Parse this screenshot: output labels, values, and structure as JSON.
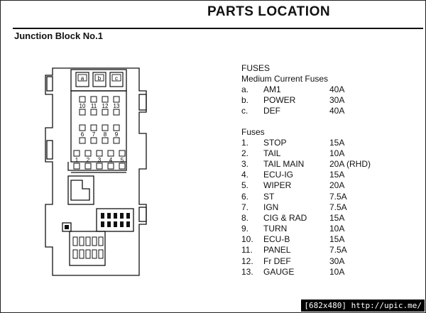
{
  "header": {
    "title": "PARTS LOCATION",
    "section": "Junction Block No.1"
  },
  "diagram": {
    "relay_labels": [
      "a",
      "b",
      "c"
    ],
    "fuse_rows": [
      [
        "10",
        "11",
        "12",
        "13"
      ],
      [
        "6",
        "7",
        "8",
        "9"
      ],
      [
        "1",
        "2",
        "3",
        "4",
        "5"
      ]
    ]
  },
  "legend": {
    "heading": "FUSES",
    "medium_heading": "Medium Current Fuses",
    "medium_fuses": [
      {
        "index": "a.",
        "name": "AM1",
        "rating": "40A"
      },
      {
        "index": "b.",
        "name": "POWER",
        "rating": "30A"
      },
      {
        "index": "c.",
        "name": "DEF",
        "rating": "40A"
      }
    ],
    "fuses_heading": "Fuses",
    "fuses": [
      {
        "index": "1.",
        "name": "STOP",
        "rating": "15A"
      },
      {
        "index": "2.",
        "name": "TAIL",
        "rating": "10A"
      },
      {
        "index": "3.",
        "name": "TAIL MAIN",
        "rating": "20A (RHD)"
      },
      {
        "index": "4.",
        "name": "ECU-IG",
        "rating": "15A"
      },
      {
        "index": "5.",
        "name": "WIPER",
        "rating": "20A"
      },
      {
        "index": "6.",
        "name": "ST",
        "rating": "7.5A"
      },
      {
        "index": "7.",
        "name": "IGN",
        "rating": "7.5A"
      },
      {
        "index": "8.",
        "name": "CIG & RAD",
        "rating": "15A"
      },
      {
        "index": "9.",
        "name": "TURN",
        "rating": "10A"
      },
      {
        "index": "10.",
        "name": "ECU-B",
        "rating": "15A"
      },
      {
        "index": "11.",
        "name": "PANEL",
        "rating": "7.5A"
      },
      {
        "index": "12.",
        "name": "Fr DEF",
        "rating": "30A"
      },
      {
        "index": "13.",
        "name": "GAUGE",
        "rating": "10A"
      }
    ]
  },
  "watermark": "[682x480] http://upic.me/"
}
